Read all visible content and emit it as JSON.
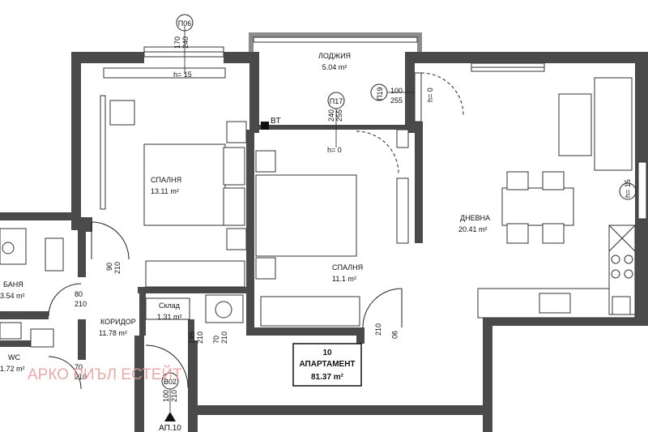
{
  "rooms": {
    "loggia": {
      "name": "ЛОДЖИЯ",
      "area": "5.04 m²"
    },
    "bedroom1": {
      "name": "СПАЛНЯ",
      "area": "13.11 m²"
    },
    "bedroom2": {
      "name": "СПАЛНЯ",
      "area": "11.1 m²"
    },
    "living": {
      "name": "ДНЕВНА",
      "area": "20.41 m²"
    },
    "bath": {
      "name": "БАНЯ",
      "area": "3.54 m²"
    },
    "storage": {
      "name": "Склад",
      "area": "1.31 m²"
    },
    "corridor": {
      "name": "КОРИДОР",
      "area": "11.78 m²"
    },
    "wc": {
      "name": "WC",
      "area": "1.72 m²"
    }
  },
  "apartment": {
    "number": "10",
    "title": "АПАРТАМЕНТ",
    "area": "81.37 m²"
  },
  "watermark": "АРКО РИЪЛ ЕСТЕЙТ",
  "entry_label": "АП.10",
  "bt_label": "BT",
  "window_tags": {
    "p06": {
      "code": "П06",
      "d1": "240",
      "d2": "170",
      "h": "h= 15"
    },
    "p17": {
      "code": "П17",
      "d1": "240",
      "d2": "255",
      "h": "h= 0"
    },
    "p19": {
      "code": "П19",
      "d1": "100",
      "d2": "255",
      "h": "h= 0"
    },
    "right": {
      "h": "h= 15"
    }
  },
  "door_dims": {
    "bath": {
      "top": "80",
      "bottom": "210"
    },
    "bedroom1": {
      "top": "90",
      "bottom": "210"
    },
    "storage_a": {
      "top": "195",
      "bottom": "210"
    },
    "storage_b": {
      "top": "70",
      "bottom": "210"
    },
    "wc": {
      "top": "70",
      "bottom": "210"
    },
    "bedroom2": {
      "top": "90",
      "bottom": "210"
    },
    "entry": {
      "code": "В02",
      "top": "100",
      "bottom": "210"
    }
  }
}
